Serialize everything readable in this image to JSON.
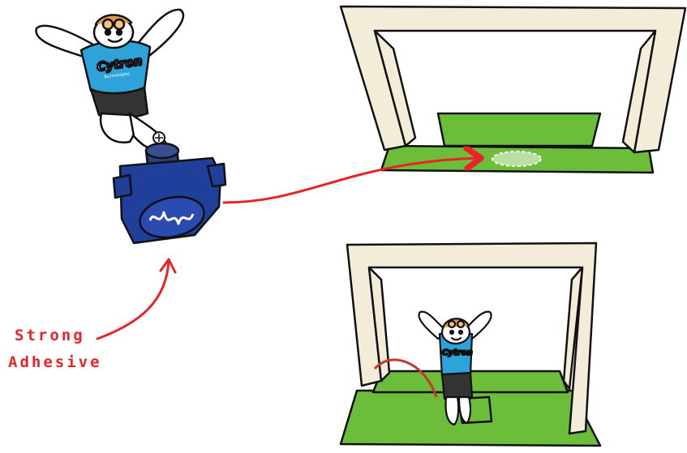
{
  "annotation": {
    "line1": "Strong",
    "line2": "Adhesive",
    "color": "#e8242a"
  },
  "mascot": {
    "brand": "Cytron",
    "tagline": "Technologies",
    "shirt_color": "#2ea3d9"
  },
  "colors": {
    "goal_frame": "#f3ecd9",
    "field_green": "#6bbd3a",
    "servo_blue": "#1f3f9a",
    "arrow": "#e8242a",
    "outline": "#111111"
  },
  "icons": {
    "servo": "servo-motor-icon",
    "arrow": "curved-arrow-icon"
  }
}
